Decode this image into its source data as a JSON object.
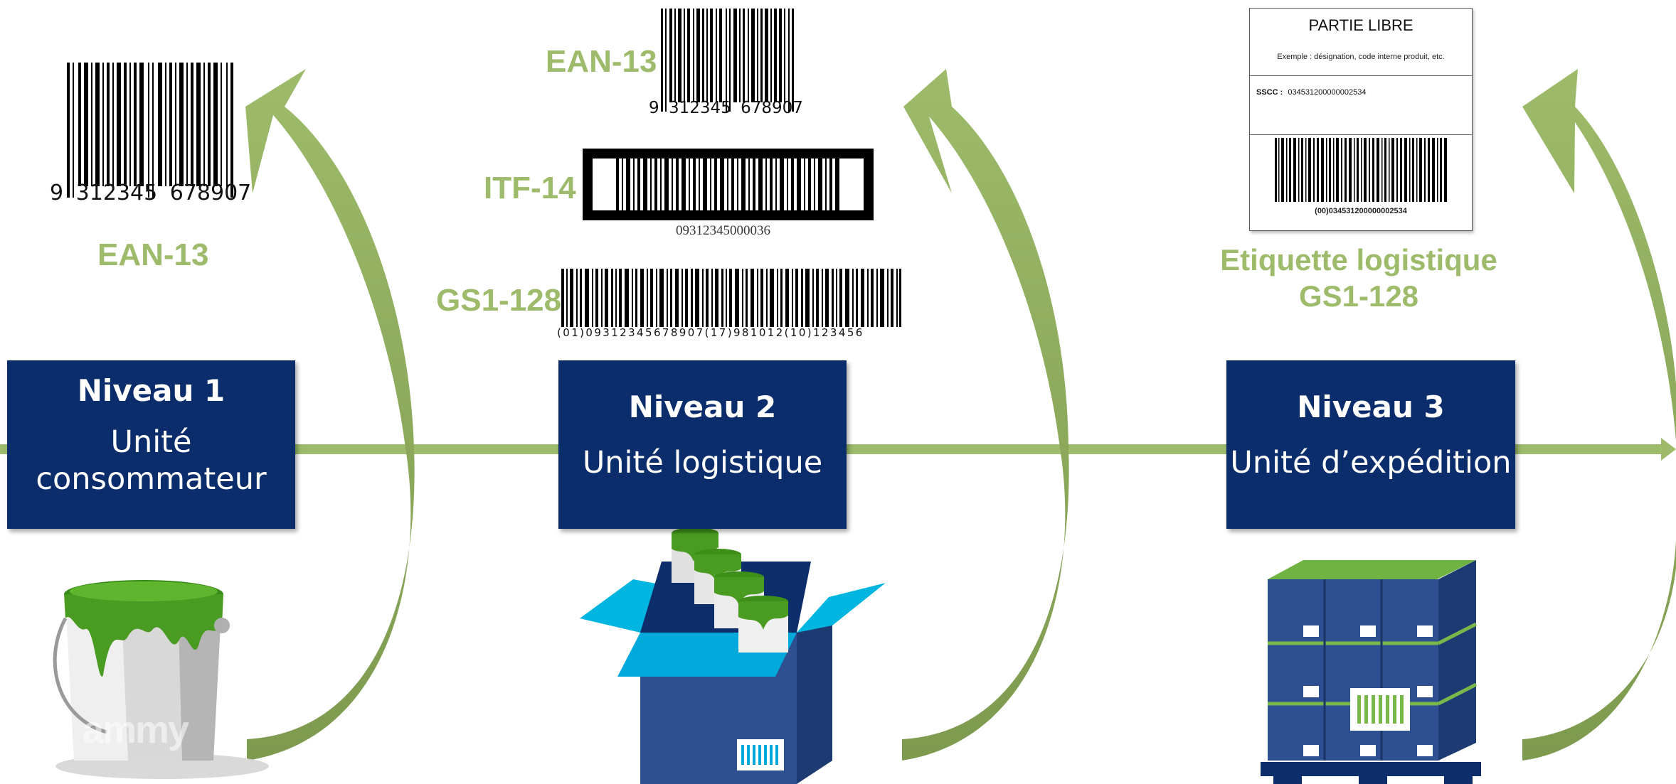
{
  "levels": [
    {
      "title": "Niveau 1",
      "subtitle_line1": "Unité",
      "subtitle_line2": "consommateur"
    },
    {
      "title": "Niveau 2",
      "subtitle": "Unité logistique"
    },
    {
      "title": "Niveau 3",
      "subtitle": "Unité d’expédition"
    }
  ],
  "level1": {
    "barcode_label": "EAN-13",
    "barcode_digits": {
      "lead": "9",
      "left": "312345",
      "right": "678907"
    }
  },
  "level2": {
    "ean13_label": "EAN-13",
    "ean13_digits": {
      "lead": "9",
      "left": "312345",
      "right": "678907"
    },
    "itf14_label": "ITF-14",
    "itf14_digits": "09312345000036",
    "gs1_128_label": "GS1-128",
    "gs1_128_digits": "(01)09312345678907(17)981012(10)123456"
  },
  "level3": {
    "label_line1": "Etiquette logistique",
    "label_line2": "GS1-128",
    "logistic_label": {
      "header": "PARTIE LIBRE",
      "example": "Exemple : désignation, code interne produit, etc.",
      "sscc_key": "SSCC :",
      "sscc_value": "034531200000002534",
      "barcode_text": "(00)034531200000002534"
    }
  },
  "bucket_brand": "ammy",
  "colors": {
    "navy": "#0b2d6b",
    "green": "#9dbb6a",
    "dark_green": "#7d9a4f",
    "cyan": "#00b5e0"
  }
}
